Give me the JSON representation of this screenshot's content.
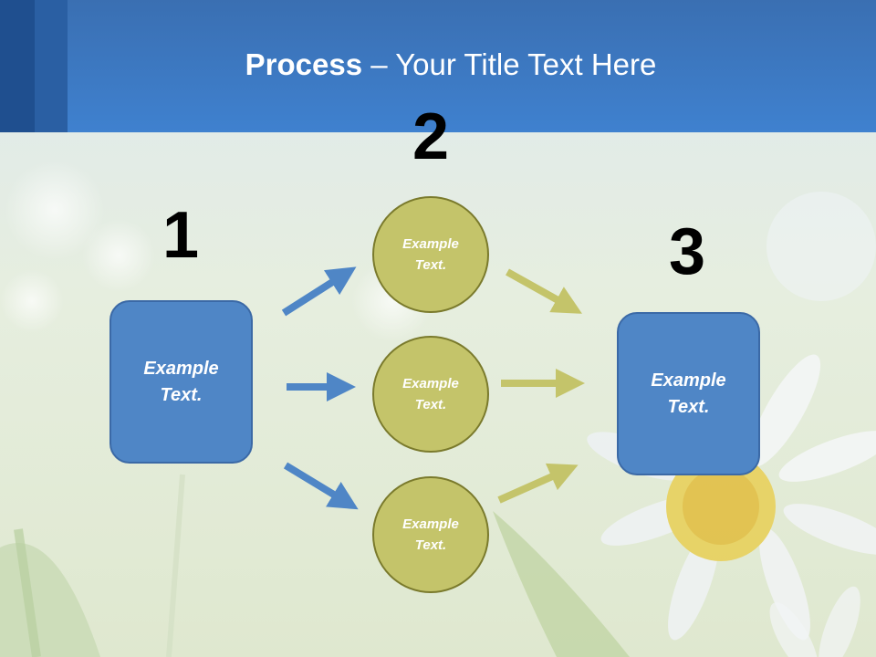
{
  "slide": {
    "title_bold": "Process",
    "title_rest": " – Your Title Text Here"
  },
  "steps": {
    "step1_number": "1",
    "step2_number": "2",
    "step3_number": "3"
  },
  "nodes": {
    "left_box": [
      "Example",
      "Text."
    ],
    "circle_top": [
      "Example",
      "Text."
    ],
    "circle_middle": [
      "Example",
      "Text."
    ],
    "circle_bottom": [
      "Example",
      "Text."
    ],
    "right_box": [
      "Example",
      "Text."
    ]
  },
  "colors": {
    "header": "#3f81cf",
    "box_fill": "#4f86c6",
    "circle_fill": "#c4c46a",
    "blue_arrow": "#4f86c6",
    "olive_arrow": "#c4c46a"
  }
}
